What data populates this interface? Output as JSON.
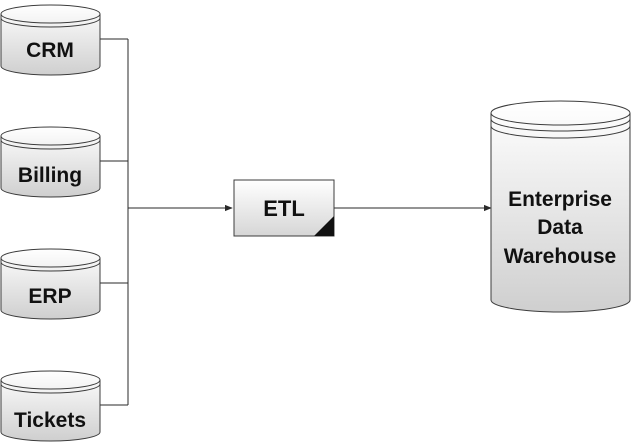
{
  "diagram": {
    "sources": [
      {
        "label": "CRM"
      },
      {
        "label": "Billing"
      },
      {
        "label": "ERP"
      },
      {
        "label": "Tickets"
      }
    ],
    "process": {
      "label": "ETL"
    },
    "target": {
      "label_lines": [
        "Enterprise",
        "Data",
        "Warehouse"
      ]
    }
  },
  "colors": {
    "fill_top": "#ffffff",
    "fill_bottom": "#cfcfcf",
    "stroke": "#3c3c3c",
    "connector": "#2a2a2a",
    "text": "#111111"
  }
}
